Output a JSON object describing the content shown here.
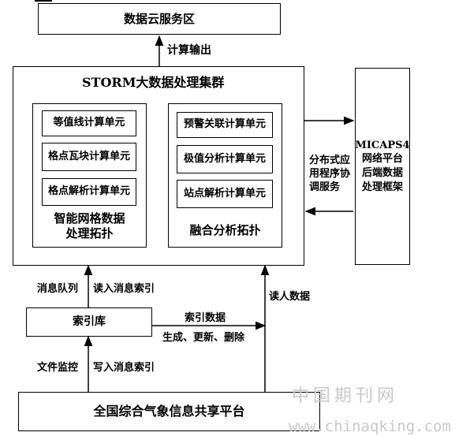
{
  "nodes": {
    "cloud": "数据云服务区",
    "storm_title": "STORM大数据处理集群",
    "grid_unit1": "等值线计算单元",
    "grid_unit2": "格点瓦块计算单元",
    "grid_unit3": "格点解析计算单元",
    "grid_topology_line1": "智能网格数据",
    "grid_topology_line2": "处理拓扑",
    "fusion_unit1": "预警关联计算单元",
    "fusion_unit2": "极值分析计算单元",
    "fusion_unit3": "站点解析计算单元",
    "fusion_topology": "融合分析拓扑",
    "micaps_line1": "MICAPS4",
    "micaps_line2": "网络平台",
    "micaps_line3": "后端数据",
    "micaps_line4": "处理框架",
    "index_db": "索引库",
    "platform": "全国综合气象信息共享平台"
  },
  "edges": {
    "compute_output": "计算输出",
    "distributed_line1": "分布式应",
    "distributed_line2": "用程序协",
    "distributed_line3": "调服务",
    "message_queue": "消息队列",
    "read_msg_index": "读入消息索引",
    "read_data": "读人数据",
    "index_data_line1": "索引数据",
    "index_data_line2": "生成、更新、删除",
    "file_monitor": "文件监控",
    "write_msg_index": "写入消息索引"
  },
  "watermark": {
    "cn": "中国期刊网",
    "url": "www.chinaqking.com"
  }
}
